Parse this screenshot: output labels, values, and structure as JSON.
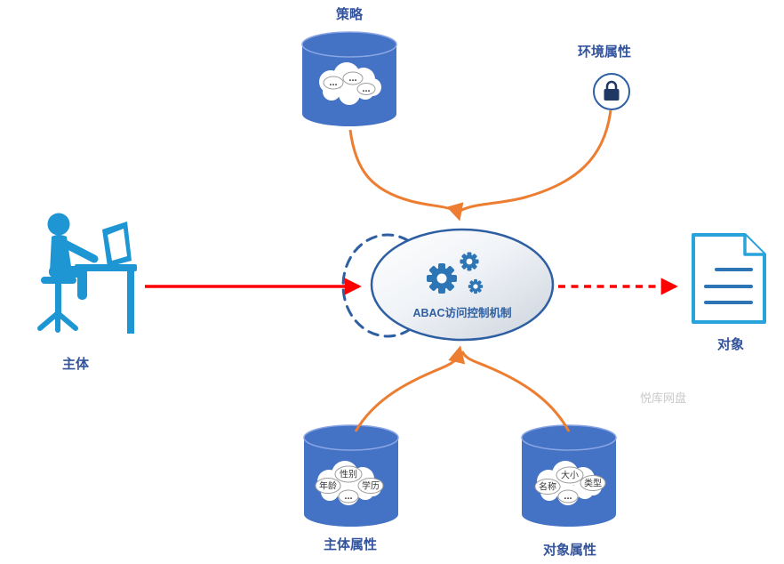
{
  "diagram": {
    "watermark": "悦库网盘",
    "policy": {
      "label": "策略",
      "items": [
        "...",
        "...",
        "..."
      ]
    },
    "environment": {
      "label": "环境属性"
    },
    "subject": {
      "label": "主体"
    },
    "abac": {
      "label": "ABAC访问控制机制"
    },
    "object": {
      "label": "对象"
    },
    "subject_attributes": {
      "label": "主体属性",
      "items": [
        "性别",
        "年龄",
        "学历",
        "..."
      ]
    },
    "object_attributes": {
      "label": "对象属性",
      "items": [
        "大小",
        "名称",
        "类型",
        "..."
      ]
    },
    "colors": {
      "cylinder_blue": "#4472C4",
      "gear_blue": "#2E75B6",
      "icon_blue": "#1E96D3",
      "document_blue": "#29A3DC",
      "outline_blue": "#2E5FA3",
      "arrow_orange": "#ED7D31",
      "arrow_red": "#FF0000",
      "label_blue": "#33549C",
      "watermark_gray": "#C9C9C9"
    }
  }
}
